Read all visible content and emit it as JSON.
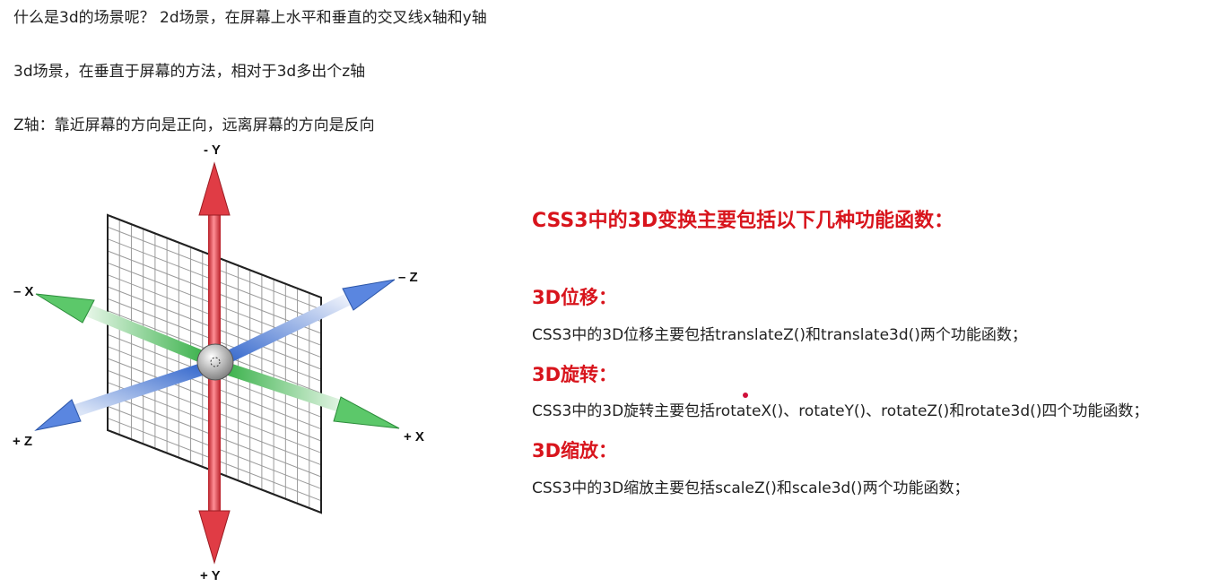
{
  "intro": {
    "line1": "什么是3d的场景呢？ 2d场景，在屏幕上水平和垂直的交叉线x轴和y轴",
    "line2": "3d场景，在垂直于屏幕的方法，相对于3d多出个z轴",
    "line3": "Z轴：靠近屏幕的方向是正向，远离屏幕的方向是反向"
  },
  "diagram": {
    "labels": {
      "neg_y": "- Y",
      "pos_y": "+ Y",
      "neg_x": "– X",
      "pos_x": "+ X",
      "neg_z": "– Z",
      "pos_z": "+ Z"
    },
    "colors": {
      "y_axis": "#e03c45",
      "x_axis": "#3fb34f",
      "z_axis": "#3e6fcf",
      "grid": "#9a9a9a"
    }
  },
  "summary": {
    "heading": "CSS3中的3D变换主要包括以下几种功能函数：",
    "sections": [
      {
        "title": "3D位移：",
        "text": "CSS3中的3D位移主要包括translateZ()和translate3d()两个功能函数；"
      },
      {
        "title": "3D旋转：",
        "text": "CSS3中的3D旋转主要包括rotateX()、rotateY()、rotateZ()和rotate3d()四个功能函数；"
      },
      {
        "title": "3D缩放：",
        "text": "CSS3中的3D缩放主要包括scaleZ()和scale3d()两个功能函数；"
      }
    ],
    "accent_color": "#d8141c"
  }
}
